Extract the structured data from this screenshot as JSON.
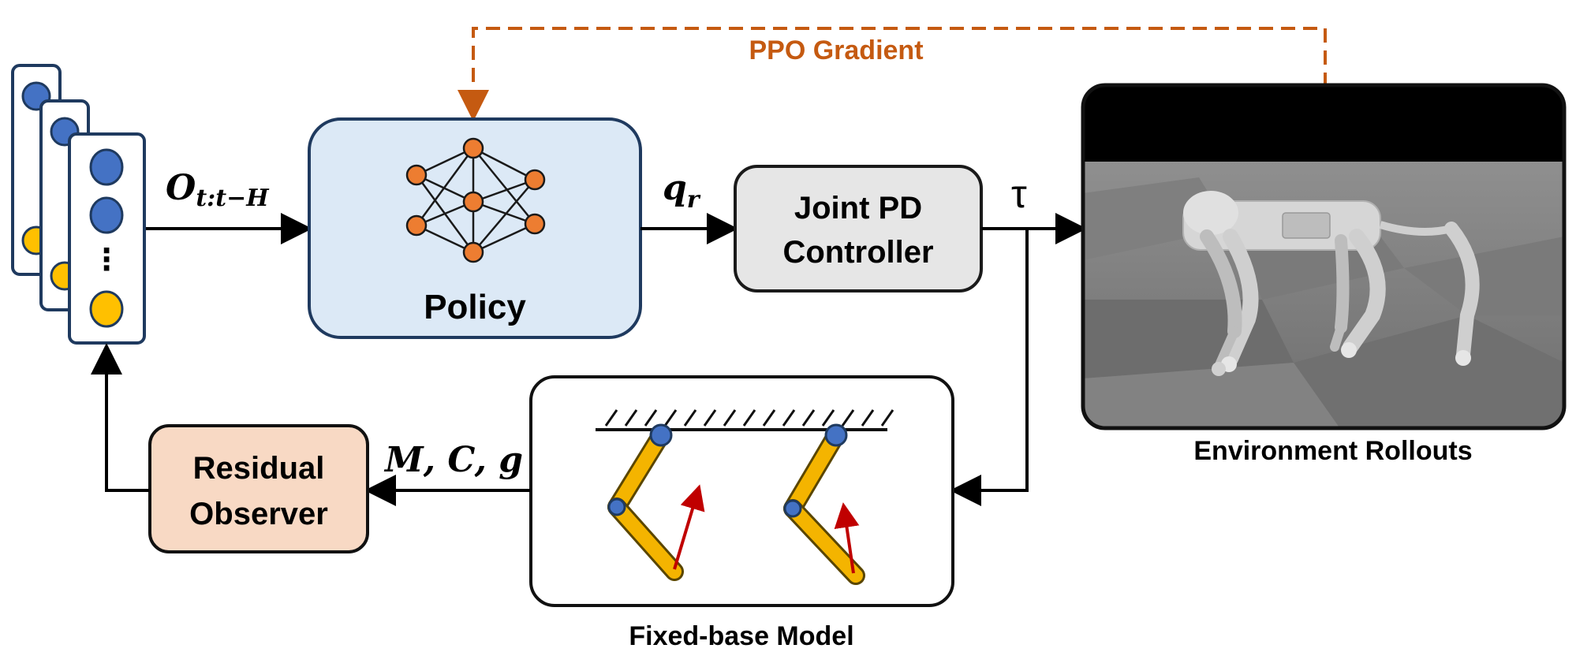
{
  "labels": {
    "ppo_gradient": "PPO Gradient",
    "policy": "Policy",
    "joint_pd_line1": "Joint PD",
    "joint_pd_line2": "Controller",
    "residual_line1": "Residual",
    "residual_line2": "Observer",
    "fixed_base_model": "Fixed-base Model",
    "environment_rollouts": "Environment Rollouts",
    "obs_symbol": "O",
    "obs_subscript": "t:t−H",
    "qr_symbol": "q",
    "qr_subscript": "r",
    "tau_symbol": "τ",
    "mcg_label": "M, C, g",
    "ellipsis": "⋮"
  },
  "colors": {
    "ppo_orange": "#c55a11",
    "policy_fill": "#dce9f6",
    "box_stroke": "#1f3a5f",
    "joint_fill": "#e6e6e6",
    "residual_fill": "#f8d9c4",
    "obs_blue": "#4472c4",
    "obs_yellow": "#ffc000",
    "nn_node": "#ed7d31",
    "leg_yellow": "#f4b400",
    "force_red": "#c00000"
  },
  "icons": {
    "observation_stack": "observation-stack-icon",
    "neural_network": "neural-network-icon",
    "robot_legs": "fixed-base-legs-icon",
    "quadruped_sim": "quadruped-robot-simulation"
  }
}
